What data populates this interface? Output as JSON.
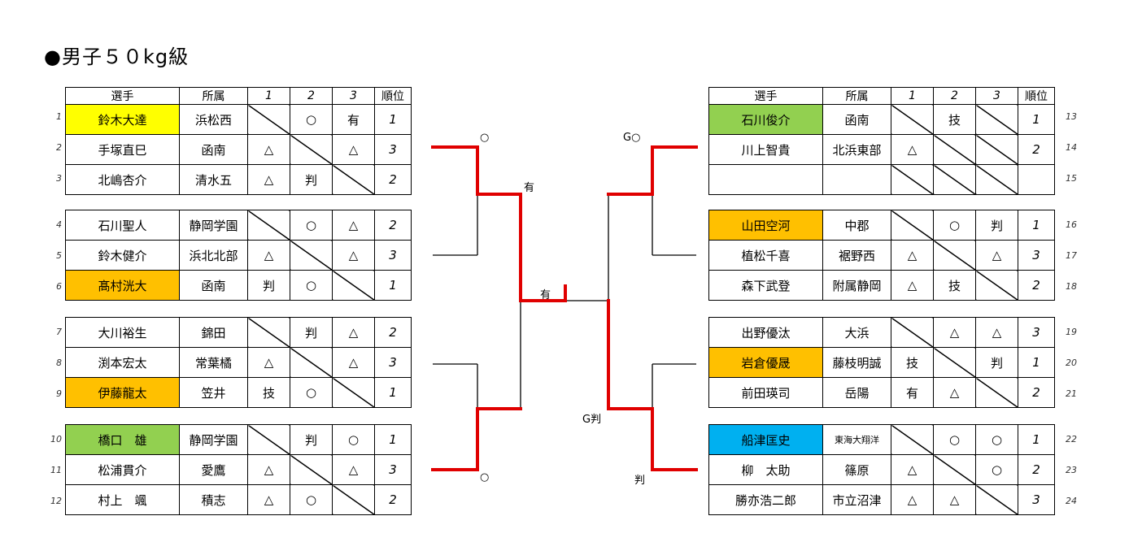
{
  "title": "●男子５０kg級",
  "header": {
    "player": "選手",
    "affiliation": "所属",
    "c1": "1",
    "c2": "2",
    "c3": "3",
    "rank": "順位"
  },
  "pools": [
    {
      "side": "left",
      "players": [
        {
          "no": "1",
          "name": "鈴木大達",
          "aff": "浜松西",
          "res": [
            "",
            "○",
            "有"
          ],
          "rank": "1",
          "hl": "yellow"
        },
        {
          "no": "2",
          "name": "手塚直巳",
          "aff": "函南",
          "res": [
            "△",
            "",
            "△"
          ],
          "rank": "3",
          "hl": ""
        },
        {
          "no": "3",
          "name": "北嶋杏介",
          "aff": "清水五",
          "res": [
            "△",
            "判",
            ""
          ],
          "rank": "2",
          "hl": ""
        }
      ]
    },
    {
      "side": "left",
      "players": [
        {
          "no": "4",
          "name": "石川聖人",
          "aff": "静岡学園",
          "res": [
            "",
            "○",
            "△"
          ],
          "rank": "2",
          "hl": ""
        },
        {
          "no": "5",
          "name": "鈴木健介",
          "aff": "浜北北部",
          "res": [
            "△",
            "",
            "△"
          ],
          "rank": "3",
          "hl": ""
        },
        {
          "no": "6",
          "name": "髙村洸大",
          "aff": "函南",
          "res": [
            "判",
            "○",
            ""
          ],
          "rank": "1",
          "hl": "orange"
        }
      ]
    },
    {
      "side": "left",
      "players": [
        {
          "no": "7",
          "name": "大川裕生",
          "aff": "錦田",
          "res": [
            "",
            "判",
            "△"
          ],
          "rank": "2",
          "hl": ""
        },
        {
          "no": "8",
          "name": "渕本宏太",
          "aff": "常葉橘",
          "res": [
            "△",
            "",
            "△"
          ],
          "rank": "3",
          "hl": ""
        },
        {
          "no": "9",
          "name": "伊藤龍太",
          "aff": "笠井",
          "res": [
            "技",
            "○",
            ""
          ],
          "rank": "1",
          "hl": "orange"
        }
      ]
    },
    {
      "side": "left",
      "players": [
        {
          "no": "10",
          "name": "橋口　雄",
          "aff": "静岡学園",
          "res": [
            "",
            "判",
            "○"
          ],
          "rank": "1",
          "hl": "green"
        },
        {
          "no": "11",
          "name": "松浦貫介",
          "aff": "愛鷹",
          "res": [
            "△",
            "",
            "△"
          ],
          "rank": "3",
          "hl": ""
        },
        {
          "no": "12",
          "name": "村上　颯",
          "aff": "積志",
          "res": [
            "△",
            "○",
            ""
          ],
          "rank": "2",
          "hl": ""
        }
      ]
    },
    {
      "side": "right",
      "players": [
        {
          "no": "13",
          "name": "石川俊介",
          "aff": "函南",
          "res": [
            "",
            "技",
            ""
          ],
          "rank": "1",
          "hl": "green"
        },
        {
          "no": "14",
          "name": "川上智貴",
          "aff": "北浜東部",
          "res": [
            "△",
            "",
            ""
          ],
          "rank": "2",
          "hl": ""
        },
        {
          "no": "15",
          "name": "",
          "aff": "",
          "res": [
            "",
            "",
            ""
          ],
          "rank": "",
          "hl": ""
        }
      ]
    },
    {
      "side": "right",
      "players": [
        {
          "no": "16",
          "name": "山田空河",
          "aff": "中郡",
          "res": [
            "",
            "○",
            "判"
          ],
          "rank": "1",
          "hl": "orange"
        },
        {
          "no": "17",
          "name": "植松千喜",
          "aff": "裾野西",
          "res": [
            "△",
            "",
            "△"
          ],
          "rank": "3",
          "hl": ""
        },
        {
          "no": "18",
          "name": "森下武登",
          "aff": "附属静岡",
          "res": [
            "△",
            "技",
            ""
          ],
          "rank": "2",
          "hl": ""
        }
      ]
    },
    {
      "side": "right",
      "players": [
        {
          "no": "19",
          "name": "出野優汰",
          "aff": "大浜",
          "res": [
            "",
            "△",
            "△"
          ],
          "rank": "3",
          "hl": ""
        },
        {
          "no": "20",
          "name": "岩倉優晟",
          "aff": "藤枝明誠",
          "res": [
            "技",
            "",
            "判"
          ],
          "rank": "1",
          "hl": "orange"
        },
        {
          "no": "21",
          "name": "前田瑛司",
          "aff": "岳陽",
          "res": [
            "有",
            "△",
            ""
          ],
          "rank": "2",
          "hl": ""
        }
      ]
    },
    {
      "side": "right",
      "players": [
        {
          "no": "22",
          "name": "船津匡史",
          "aff": "東海大翔洋",
          "res": [
            "",
            "○",
            "○"
          ],
          "rank": "1",
          "hl": "blue"
        },
        {
          "no": "23",
          "name": "柳　太助",
          "aff": "篠原",
          "res": [
            "△",
            "",
            "○"
          ],
          "rank": "2",
          "hl": ""
        },
        {
          "no": "24",
          "name": "勝亦浩二郎",
          "aff": "市立沼津",
          "res": [
            "△",
            "△",
            ""
          ],
          "rank": "3",
          "hl": ""
        }
      ]
    }
  ],
  "bracket_labels": [
    {
      "id": "l1",
      "text": "○"
    },
    {
      "id": "l2",
      "text": "有"
    },
    {
      "id": "l3",
      "text": "有"
    },
    {
      "id": "l4",
      "text": "○"
    },
    {
      "id": "r1",
      "text": "G○"
    },
    {
      "id": "r2",
      "text": "G判"
    },
    {
      "id": "r3",
      "text": "判"
    }
  ],
  "colors": {
    "yellow": "#ffff00",
    "orange": "#ffc000",
    "green": "#92d050",
    "blue": "#00b0f0",
    "winner_line": "#e00000"
  }
}
